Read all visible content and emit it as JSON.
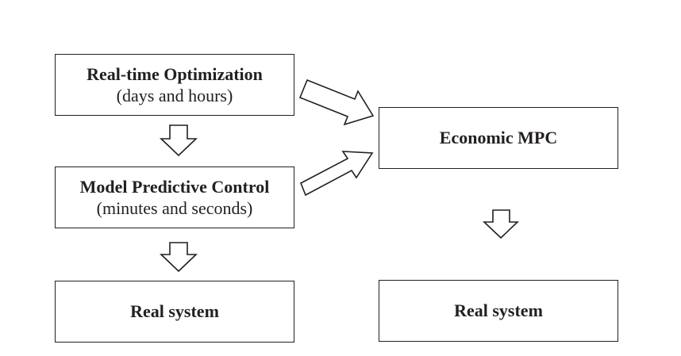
{
  "rto": {
    "title": "Real-time Optimization",
    "subtitle": "(days and hours)"
  },
  "mpc": {
    "title": "Model Predictive Control",
    "subtitle": "(minutes and seconds)"
  },
  "real_system_left": {
    "title": "Real system"
  },
  "empc": {
    "title": "Economic MPC"
  },
  "real_system_right": {
    "title": "Real system"
  },
  "colors": {
    "stroke": "#231f20",
    "fill": "#ffffff"
  }
}
